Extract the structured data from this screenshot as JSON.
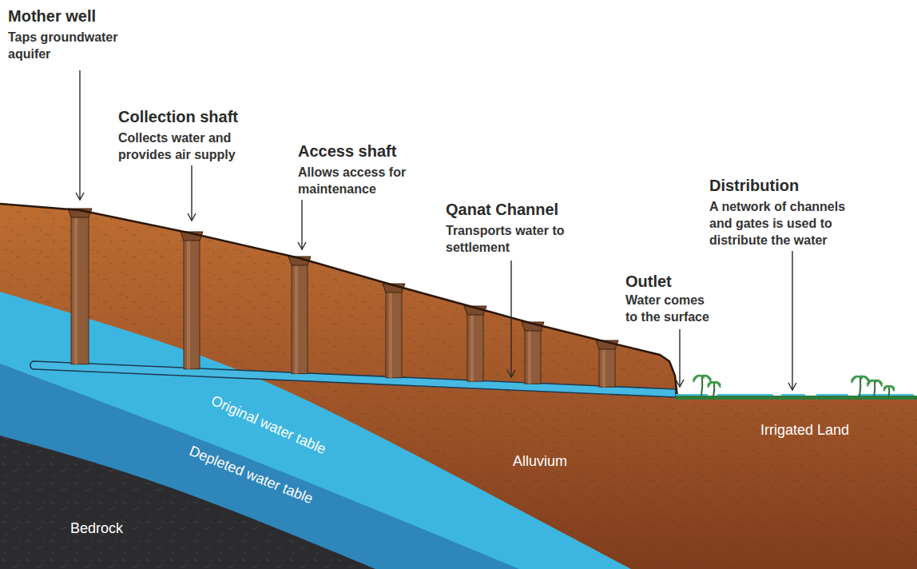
{
  "diagram": {
    "labels": [
      "Mother well",
      "Taps groundwater aquifer",
      "Collection shaft",
      "Collects water and provides air supply",
      "Access shaft",
      "Allows access for maintenance",
      "Qanat Channel",
      "Transports water to settlement",
      "Outlet",
      "Water comes to the surface",
      "Distribution",
      "A network of channels and gates is used to distribute the water",
      "Original water table",
      "Depleted water table",
      "Alluvium",
      "Irrigated Land",
      "Bedrock"
    ]
  }
}
